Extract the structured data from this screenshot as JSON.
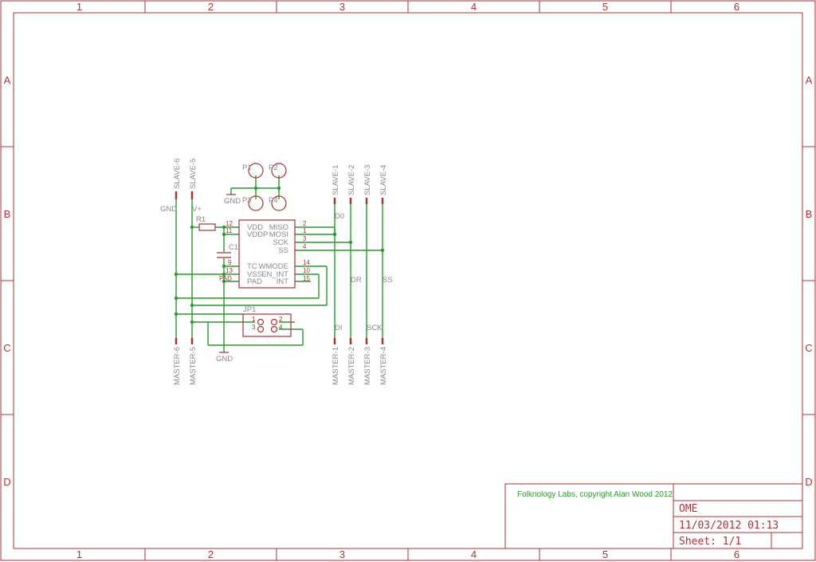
{
  "frame": {
    "columns": [
      "1",
      "2",
      "3",
      "4",
      "5",
      "6"
    ],
    "rows": [
      "A",
      "B",
      "C",
      "D"
    ]
  },
  "title_block": {
    "credit": "Folknology Labs, copyright Alan Wood 2012",
    "title": "OME",
    "date": "11/03/2012 01:13",
    "sheet": "Sheet: 1/1"
  },
  "schematic": {
    "slave_ports": [
      "SLAVE-6",
      "SLAVE-5",
      "SLAVE-1",
      "SLAVE-2",
      "SLAVE-3",
      "SLAVE-4"
    ],
    "master_ports": [
      "MASTER-6",
      "MASTER-5",
      "MASTER-1",
      "MASTER-2",
      "MASTER-3",
      "MASTER-4"
    ],
    "net_labels": {
      "gnd": "GND",
      "vplus": "V+",
      "d0": "D0",
      "dr": "DR",
      "ss": "SS",
      "di": "DI",
      "sck": "SCK"
    },
    "parts": {
      "r1": "R1",
      "c1": "C1",
      "jp1": "JP1",
      "pad": "PAD",
      "p1": "P1",
      "p2": "P2",
      "p3": "P3",
      "p4": "P4"
    },
    "ic_pins_left": [
      "VDD",
      "VDDP",
      "TC",
      "VSS",
      "PAD"
    ],
    "ic_pins_left_numbers": [
      "12",
      "11",
      "9",
      "13",
      "PAD"
    ],
    "ic_pins_right": [
      "MISO",
      "MOSI",
      "SCK",
      "SS",
      "WMODE",
      "EN_INT",
      "INT"
    ],
    "ic_pins_right_numbers": [
      "2",
      "1",
      "3",
      "4",
      "14",
      "10",
      "15"
    ],
    "jp1_pins": [
      "1",
      "2",
      "3",
      "4"
    ]
  }
}
